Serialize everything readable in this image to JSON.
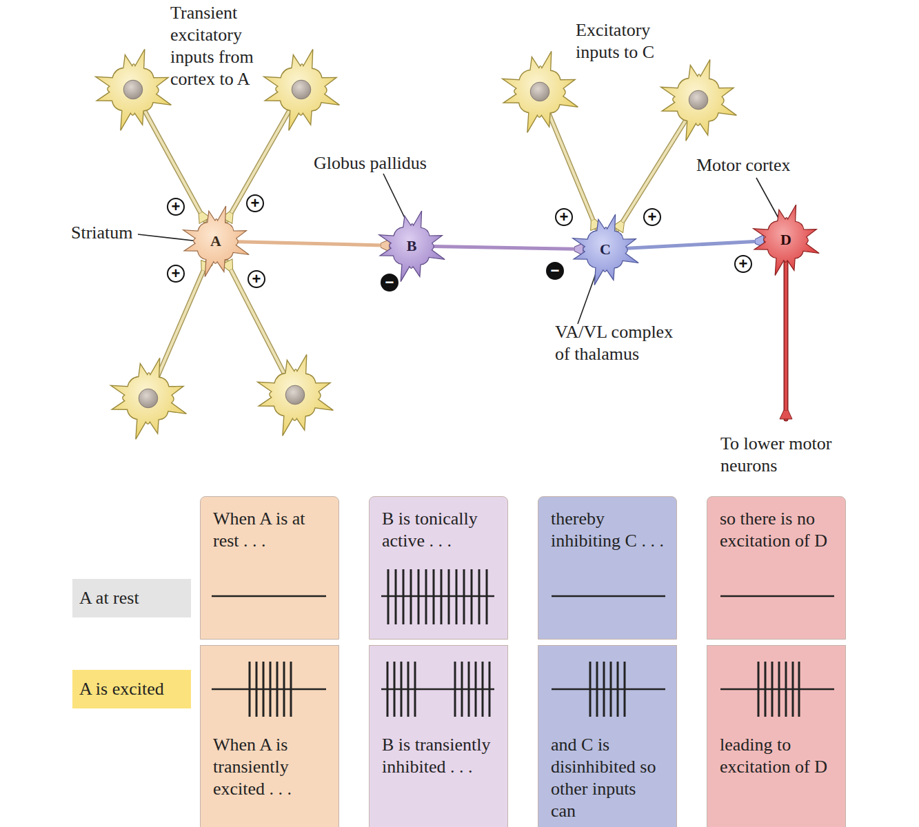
{
  "diagram": {
    "nodes": [
      {
        "text": [
          "A"
        ]
      },
      {
        "text": [
          "B"
        ]
      },
      {
        "text": [
          "C"
        ]
      },
      {
        "text": [
          "D"
        ]
      },
      {
        "text": [
          "A at rest"
        ]
      },
      {
        "text": [
          "When A is at rest . . ."
        ]
      },
      {
        "text": [
          "B is tonically active . . ."
        ]
      },
      {
        "text": [
          "thereby inhibiting C . . ."
        ]
      },
      {
        "text": [
          "so there is no excitation of D"
        ]
      },
      {
        "text": [
          "A is excited"
        ]
      },
      {
        "text": [
          "When A is transiently excited . . ."
        ]
      },
      {
        "text": [
          "B is transiently inhibited . . ."
        ]
      },
      {
        "text": [
          "and C is disinhibited so other inputs can"
        ]
      },
      {
        "text": [
          "leading to excitation of D"
        ]
      }
    ],
    "edges": [
      {
        "from": 0,
        "to": 1,
        "arrow": "to"
      },
      {
        "from": 1,
        "to": 2,
        "arrow": "to"
      },
      {
        "from": 2,
        "to": 3,
        "arrow": "to"
      }
    ],
    "labels": [
      "Transient excitatory inputs from cortex to A",
      "Excitatory inputs to C",
      "Globus pallidus",
      "Motor cortex",
      "+",
      "+",
      "+",
      "+",
      "Striatum",
      "−",
      "−",
      "+",
      "+",
      "+",
      "VA/VL complex of thalamus",
      "To lower motor neurons"
    ]
  }
}
